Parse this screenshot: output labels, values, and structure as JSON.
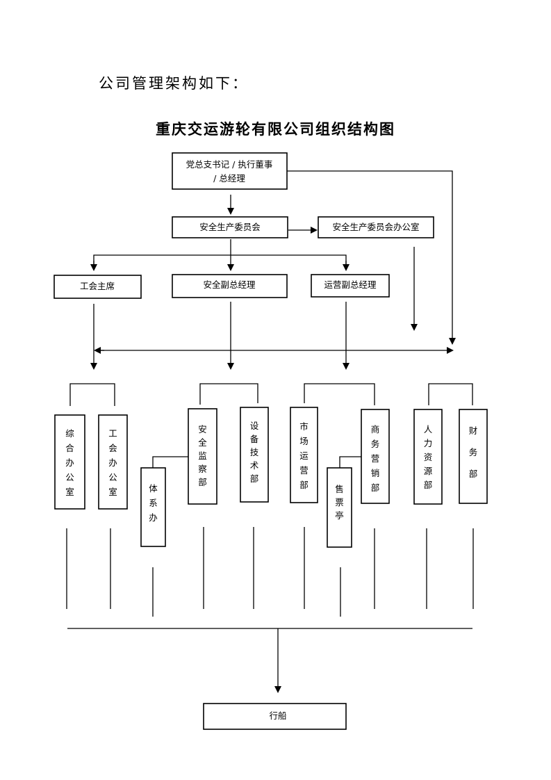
{
  "intro_text": "公司管理架构如下：",
  "title": "重庆交运游轮有限公司组织结构图",
  "nodes": {
    "top_line1": "党总支书记 / 执行董事",
    "top_line2": "/ 总经理",
    "safety_committee": "安全生产委员会",
    "safety_committee_office": "安全生产委员会办公室",
    "union_chair": "工会主席",
    "safety_vp": "安全副总经理",
    "ops_vp": "运营副总经理",
    "general_office": [
      "综",
      "合",
      "办",
      "公",
      "室"
    ],
    "union_office": [
      "工",
      "会",
      "办",
      "公",
      "室"
    ],
    "system_office": [
      "体",
      "系",
      "办"
    ],
    "safety_supervision": [
      "安",
      "全",
      "监",
      "察",
      "部"
    ],
    "equipment_tech": [
      "设",
      "备",
      "技",
      "术",
      "部"
    ],
    "market_ops": [
      "市",
      "场",
      "运",
      "营",
      "部"
    ],
    "ticket_booth": [
      "售",
      "票",
      "亭"
    ],
    "business_marketing": [
      "商",
      "务",
      "营",
      "销",
      "部"
    ],
    "hr": [
      "人",
      "力",
      "资",
      "源",
      "部"
    ],
    "finance": [
      "财",
      "务",
      "部"
    ],
    "sailing": "行船"
  }
}
